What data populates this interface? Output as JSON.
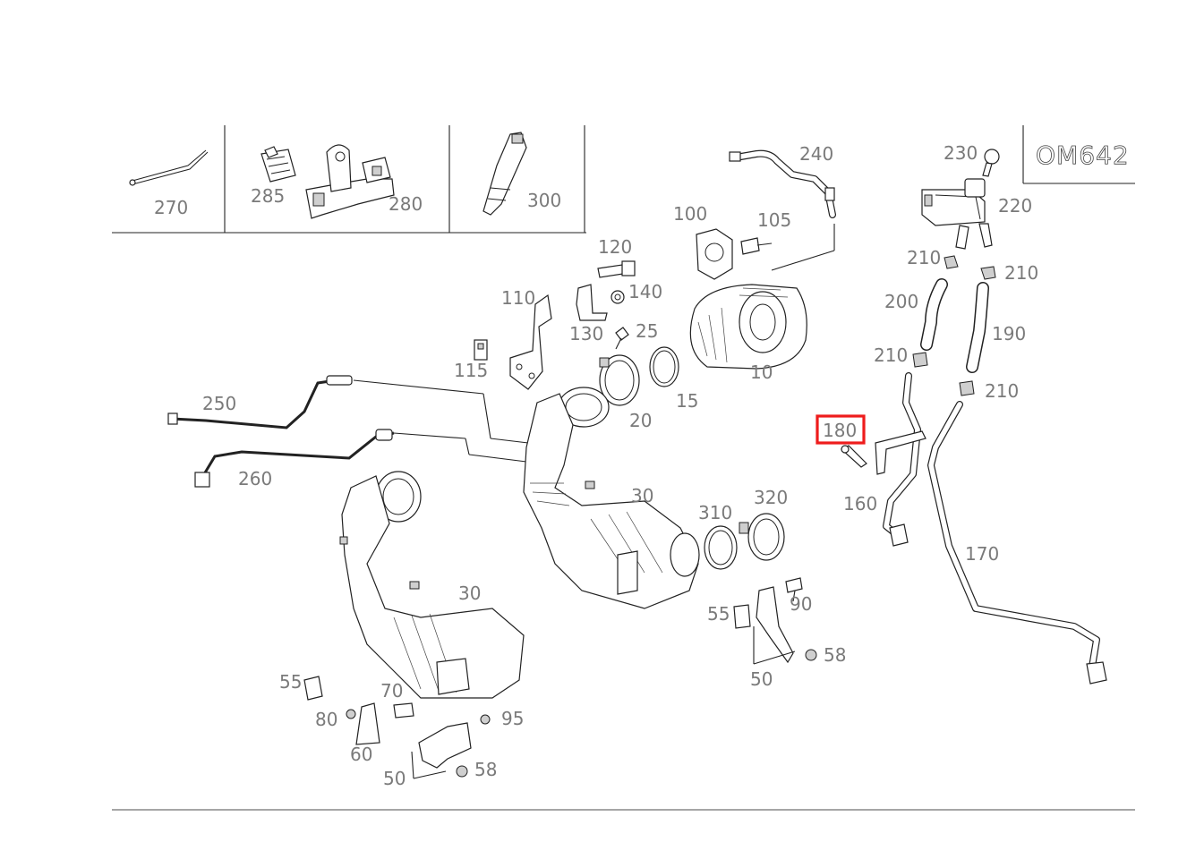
{
  "engine_code": "OM642",
  "highlight": {
    "part": "180",
    "color": "#ee1c1c"
  },
  "inset_parts": [
    "270",
    "285",
    "280",
    "300"
  ],
  "labels": {
    "p10": "10",
    "p15": "15",
    "p20": "20",
    "p25": "25",
    "p30a": "30",
    "p30b": "30",
    "p50a": "50",
    "p50b": "50",
    "p55a": "55",
    "p55b": "55",
    "p58a": "58",
    "p58b": "58",
    "p60": "60",
    "p70": "70",
    "p80": "80",
    "p90": "90",
    "p95": "95",
    "p100": "100",
    "p105": "105",
    "p110": "110",
    "p115": "115",
    "p120": "120",
    "p130": "130",
    "p140": "140",
    "p160": "160",
    "p170": "170",
    "p180": "180",
    "p190": "190",
    "p200": "200",
    "p210a": "210",
    "p210b": "210",
    "p210c": "210",
    "p210d": "210",
    "p220": "220",
    "p230": "230",
    "p240": "240",
    "p250": "250",
    "p260": "260",
    "p270": "270",
    "p280": "280",
    "p285": "285",
    "p300": "300",
    "p310": "310",
    "p320": "320"
  }
}
